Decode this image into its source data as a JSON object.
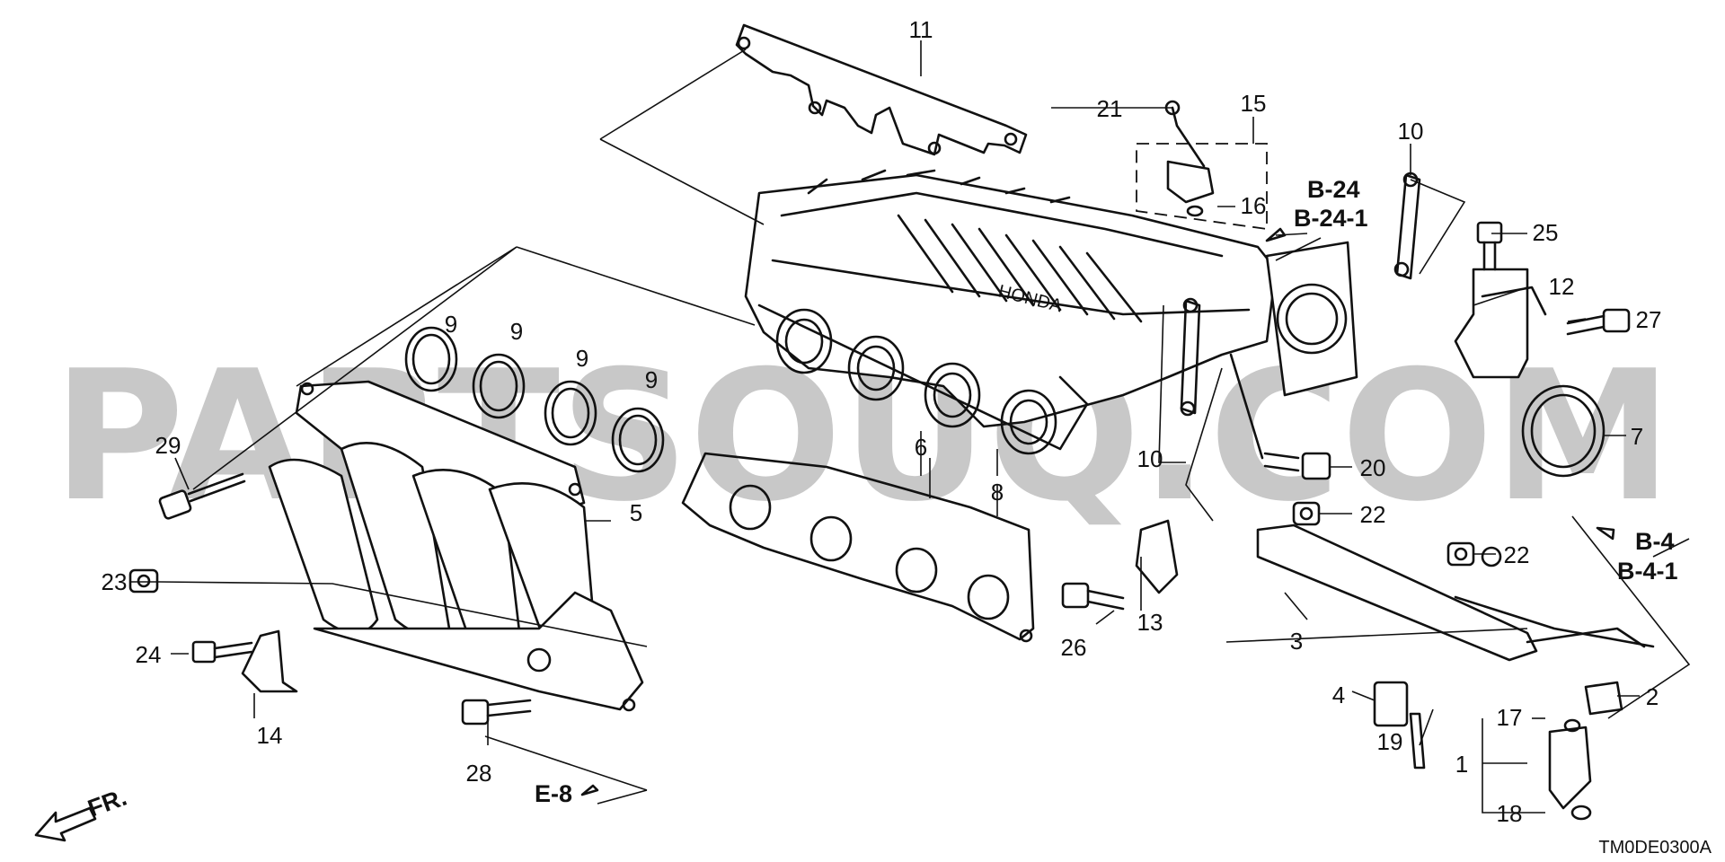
{
  "watermark": "PARTSOUQ.COM",
  "diagram_code": "TM0DE0300A",
  "front_indicator": "FR.",
  "refs": {
    "b24": "B-24",
    "b24_1": "B-24-1",
    "b4": "B-4",
    "b4_1": "B-4-1",
    "e8": "E-8"
  },
  "callouts": {
    "c1": "1",
    "c2": "2",
    "c3": "3",
    "c4": "4",
    "c5": "5",
    "c6": "6",
    "c7": "7",
    "c8": "8",
    "c9a": "9",
    "c9b": "9",
    "c9c": "9",
    "c9d": "9",
    "c10a": "10",
    "c10b": "10",
    "c11": "11",
    "c12": "12",
    "c13": "13",
    "c14": "14",
    "c15": "15",
    "c16": "16",
    "c17": "17",
    "c18": "18",
    "c19": "19",
    "c20": "20",
    "c21": "21",
    "c22a": "22",
    "c22b": "22",
    "c23": "23",
    "c24": "24",
    "c25": "25",
    "c26": "26",
    "c27": "27",
    "c28": "28",
    "c29": "29"
  },
  "icons": {
    "front_arrow": "front-arrow-icon",
    "intake_manifold": "intake-manifold-illustration",
    "exhaust_manifold": "exhaust-manifold-illustration",
    "gasket": "gasket-illustration",
    "fuel_injector": "fuel-injector-illustration"
  }
}
